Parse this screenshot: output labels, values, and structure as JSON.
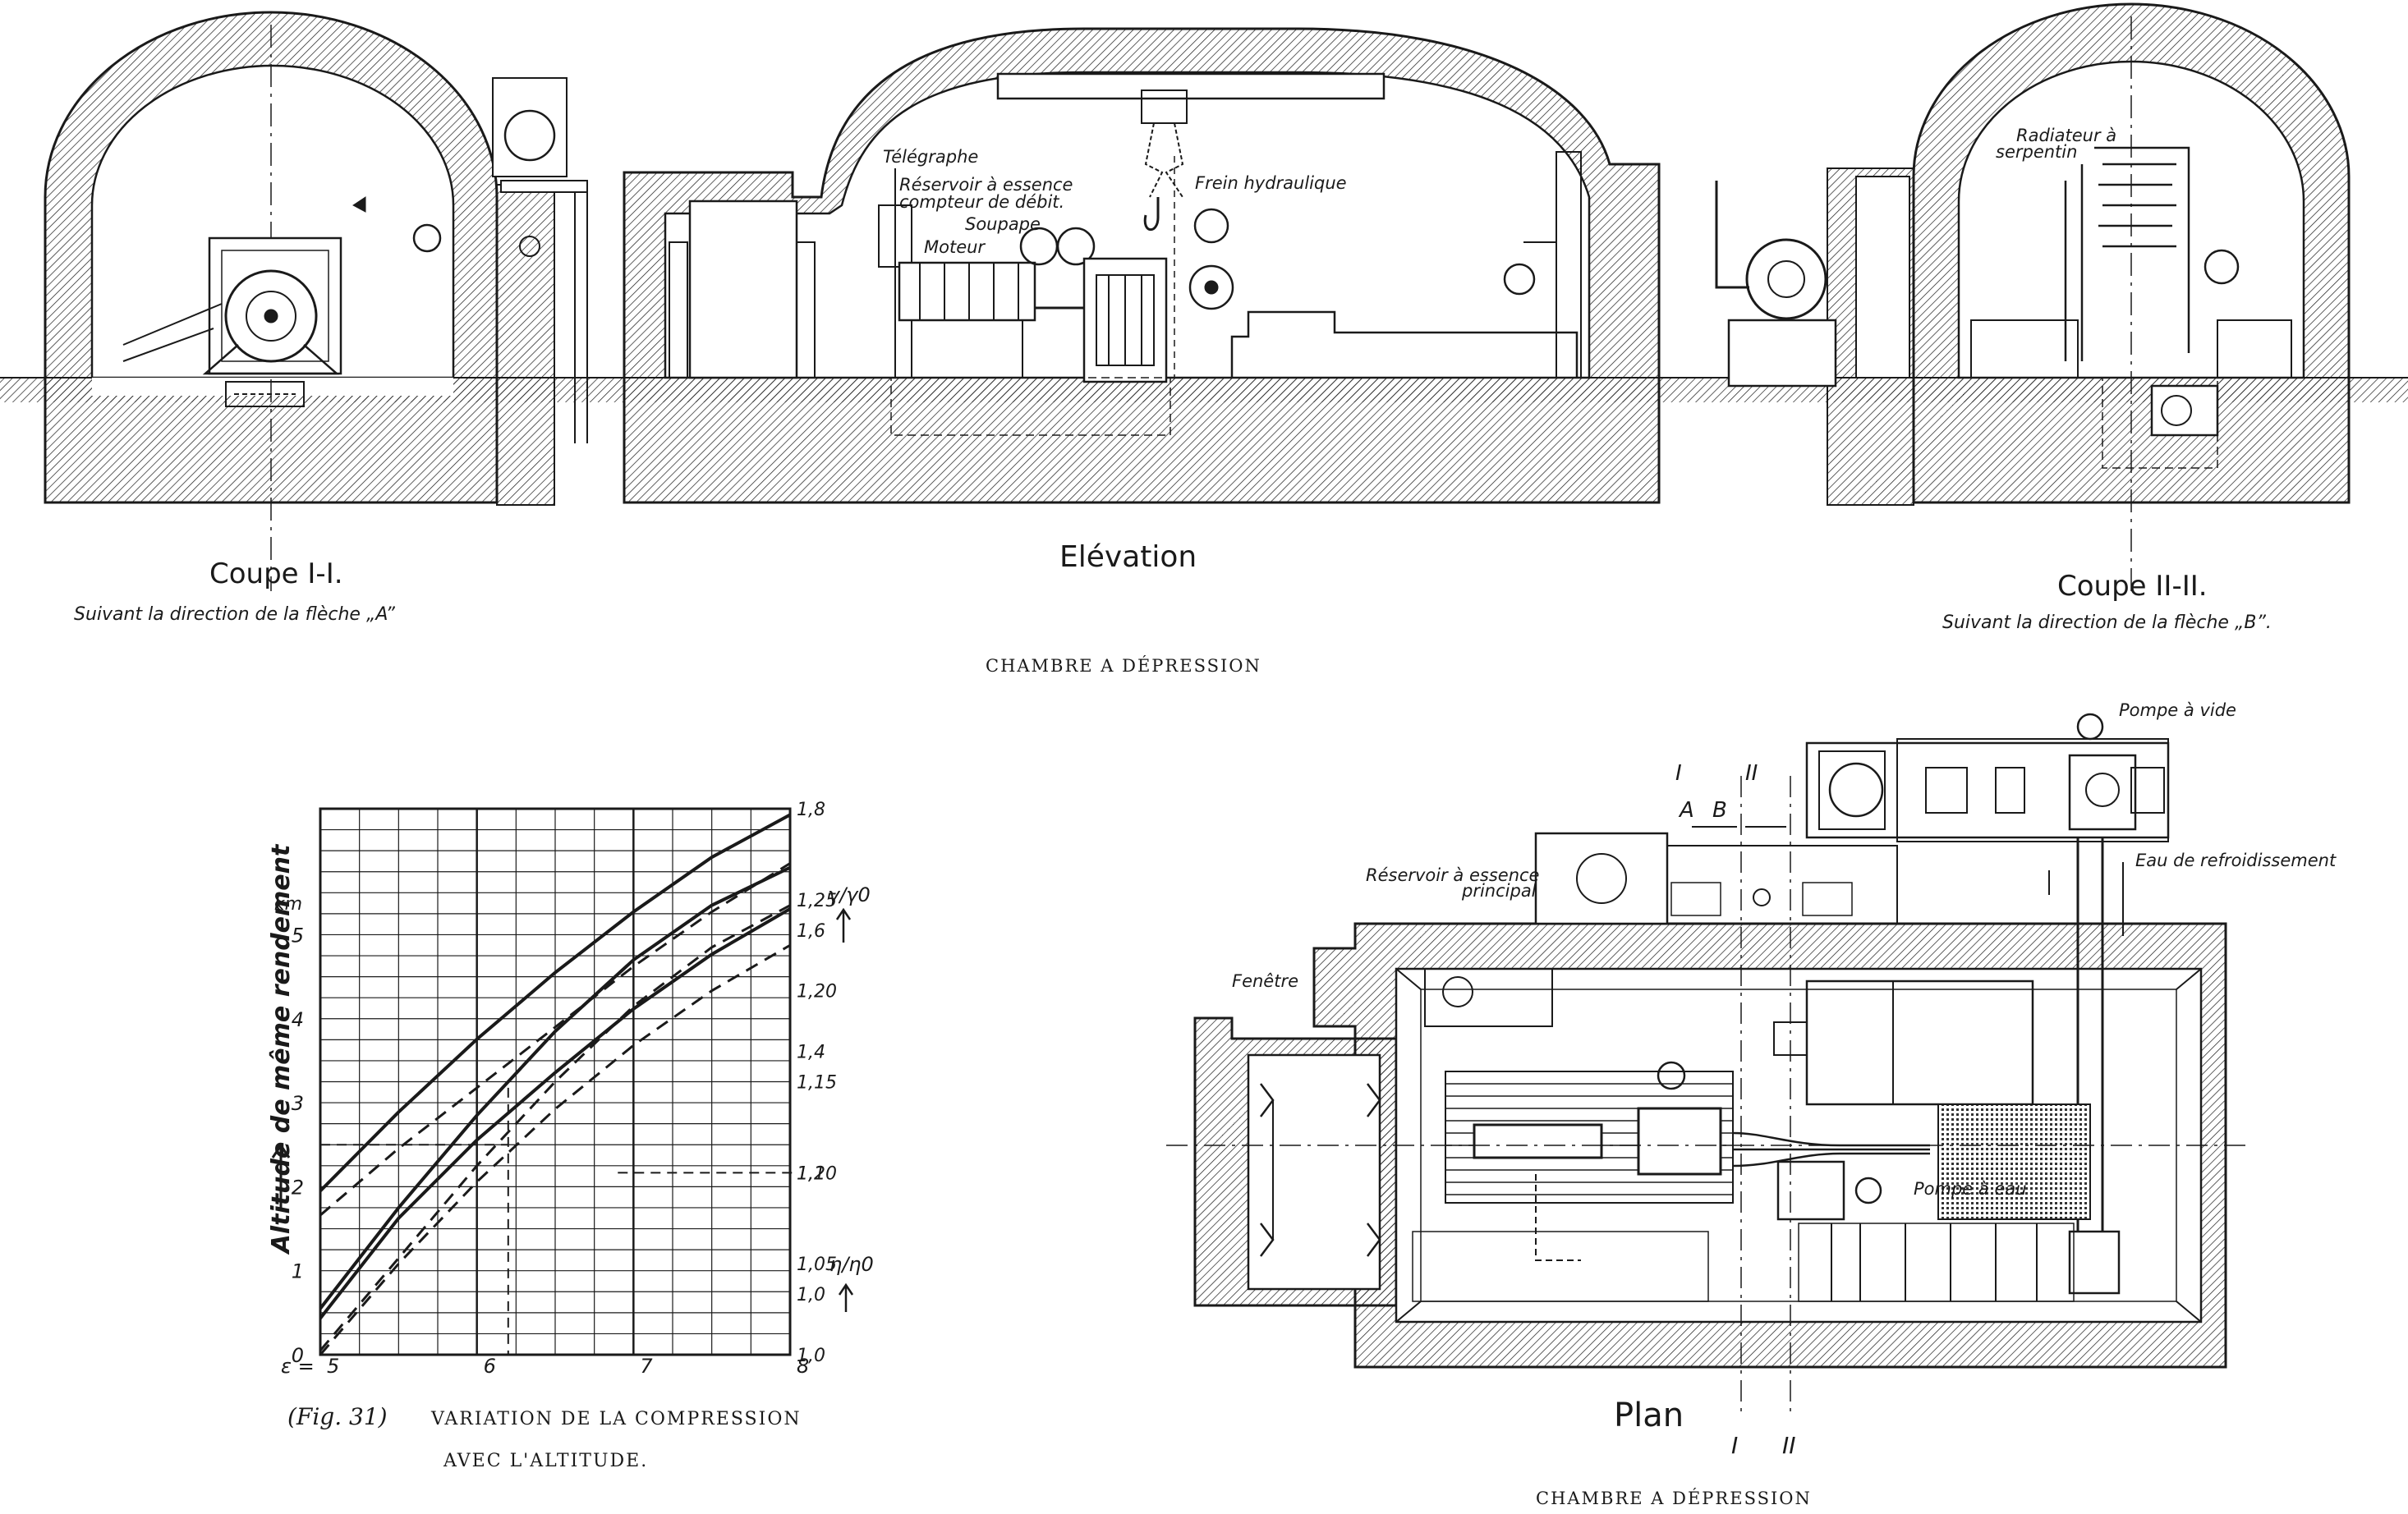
{
  "drawing": {
    "ink_color": "#1a1a1a",
    "paper_color": "#ffffff"
  },
  "upper_plate": {
    "coupe1": {
      "title": "Coupe I-I.",
      "subtitle": "Suivant la direction de la flèche „A”"
    },
    "elevation": {
      "title": "Elévation",
      "labels": {
        "telegraphe": "Télégraphe",
        "reservoir": "Réservoir à essence",
        "compteur": "compteur de débit.",
        "soupape": "Soupape",
        "moteur": "Moteur",
        "frein": "Frein hydraulique"
      }
    },
    "coupe2": {
      "title": "Coupe II-II.",
      "subtitle": "Suivant la direction de la flèche „B”.",
      "labels": {
        "radiateur": "Radiateur à",
        "serpentin": "serpentin"
      }
    },
    "caption": "CHAMBRE A DÉPRESSION"
  },
  "plan": {
    "title": "Plan",
    "caption": "CHAMBRE A DÉPRESSION",
    "labels": {
      "pompe_vide": "Pompe à vide",
      "eau_refroid": "Eau de refroidissement",
      "reservoir": "Réservoir à essence",
      "principal": "principal",
      "fenetre": "Fenêtre",
      "pompe_eau": "Pompe à eau",
      "sec_I": "I",
      "sec_II": "II",
      "arr_A": "A",
      "arr_B": "B"
    }
  },
  "figure": {
    "caption_num": "(Fig. 31)",
    "caption_line1": "VARIATION DE LA COMPRESSION",
    "caption_line2": "AVEC L'ALTITUDE.",
    "ylabel_left": "Altitude de même rendement",
    "left_unit": "km",
    "x_symbol": "ε =",
    "right_upper_label": "γ/γ0",
    "right_lower_label": "η/η0",
    "left_ticks": [
      "0",
      "1",
      "2",
      "3",
      "4",
      "5"
    ],
    "x_ticks": [
      "5",
      "6",
      "7",
      "8"
    ],
    "right_upper_ticks": [
      "1,0",
      "1,2",
      "1,4",
      "1,6",
      "1,8"
    ],
    "right_lower_ticks": [
      "1,0",
      "1,05",
      "1,10",
      "1,15",
      "1,20",
      "1,25"
    ]
  },
  "chart_data": {
    "type": "line",
    "x": [
      5,
      5.5,
      6,
      6.5,
      7,
      7.5,
      8
    ],
    "x_range": [
      5,
      8
    ],
    "left_axis": {
      "label": "Altitude de même rendement",
      "unit": "km",
      "range": [
        0,
        6.5
      ]
    },
    "right_axis_upper": {
      "label": "γ/γ0",
      "range": [
        0.9,
        1.8
      ]
    },
    "right_axis_lower": {
      "label": "η/η0",
      "range": [
        1.0,
        1.3
      ]
    },
    "grid": true,
    "series": [
      {
        "axis": "upper",
        "style": "solid",
        "values": [
          1.17,
          1.3,
          1.42,
          1.53,
          1.63,
          1.72,
          1.79
        ]
      },
      {
        "axis": "upper",
        "style": "dashed",
        "values": [
          1.13,
          1.24,
          1.34,
          1.44,
          1.54,
          1.63,
          1.71
        ]
      },
      {
        "axis": "left",
        "style": "solid",
        "values": [
          0.55,
          1.75,
          2.85,
          3.85,
          4.7,
          5.35,
          5.8
        ]
      },
      {
        "axis": "left",
        "style": "dashed",
        "values": [
          0.05,
          1.15,
          2.25,
          3.25,
          4.15,
          4.85,
          5.35
        ]
      },
      {
        "axis": "lower",
        "style": "solid",
        "values": [
          1.02,
          1.075,
          1.118,
          1.155,
          1.19,
          1.22,
          1.245
        ]
      },
      {
        "axis": "lower",
        "style": "dashed",
        "values": [
          1.0,
          1.05,
          1.095,
          1.135,
          1.17,
          1.2,
          1.225
        ]
      }
    ]
  }
}
